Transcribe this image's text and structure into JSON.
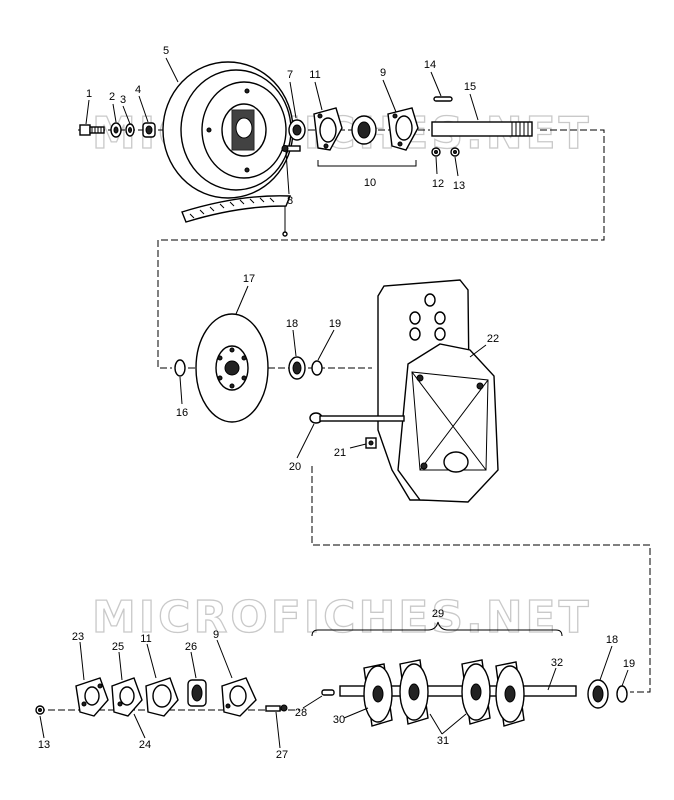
{
  "watermark": "MICROFICHES.NET",
  "callouts": [
    {
      "id": "c1",
      "text": "1"
    },
    {
      "id": "c2",
      "text": "2"
    },
    {
      "id": "c3",
      "text": "3"
    },
    {
      "id": "c4",
      "text": "4"
    },
    {
      "id": "c5",
      "text": "5"
    },
    {
      "id": "c7",
      "text": "7"
    },
    {
      "id": "c8",
      "text": "8"
    },
    {
      "id": "c9a",
      "text": "9"
    },
    {
      "id": "c10",
      "text": "10"
    },
    {
      "id": "c11a",
      "text": "11"
    },
    {
      "id": "c12",
      "text": "12"
    },
    {
      "id": "c13a",
      "text": "13"
    },
    {
      "id": "c14",
      "text": "14"
    },
    {
      "id": "c15",
      "text": "15"
    },
    {
      "id": "c16",
      "text": "16"
    },
    {
      "id": "c17",
      "text": "17"
    },
    {
      "id": "c18a",
      "text": "18"
    },
    {
      "id": "c19a",
      "text": "19"
    },
    {
      "id": "c20",
      "text": "20"
    },
    {
      "id": "c21",
      "text": "21"
    },
    {
      "id": "c22",
      "text": "22"
    },
    {
      "id": "c23",
      "text": "23"
    },
    {
      "id": "c25",
      "text": "25"
    },
    {
      "id": "c11b",
      "text": "11"
    },
    {
      "id": "c26",
      "text": "26"
    },
    {
      "id": "c9b",
      "text": "9"
    },
    {
      "id": "c29",
      "text": "29"
    },
    {
      "id": "c18b",
      "text": "18"
    },
    {
      "id": "c19b",
      "text": "19"
    },
    {
      "id": "c32",
      "text": "32"
    },
    {
      "id": "c28",
      "text": "28"
    },
    {
      "id": "c30",
      "text": "30"
    },
    {
      "id": "c31",
      "text": "31"
    },
    {
      "id": "c24",
      "text": "24"
    },
    {
      "id": "c27",
      "text": "27"
    },
    {
      "id": "c13b",
      "text": "13"
    }
  ]
}
